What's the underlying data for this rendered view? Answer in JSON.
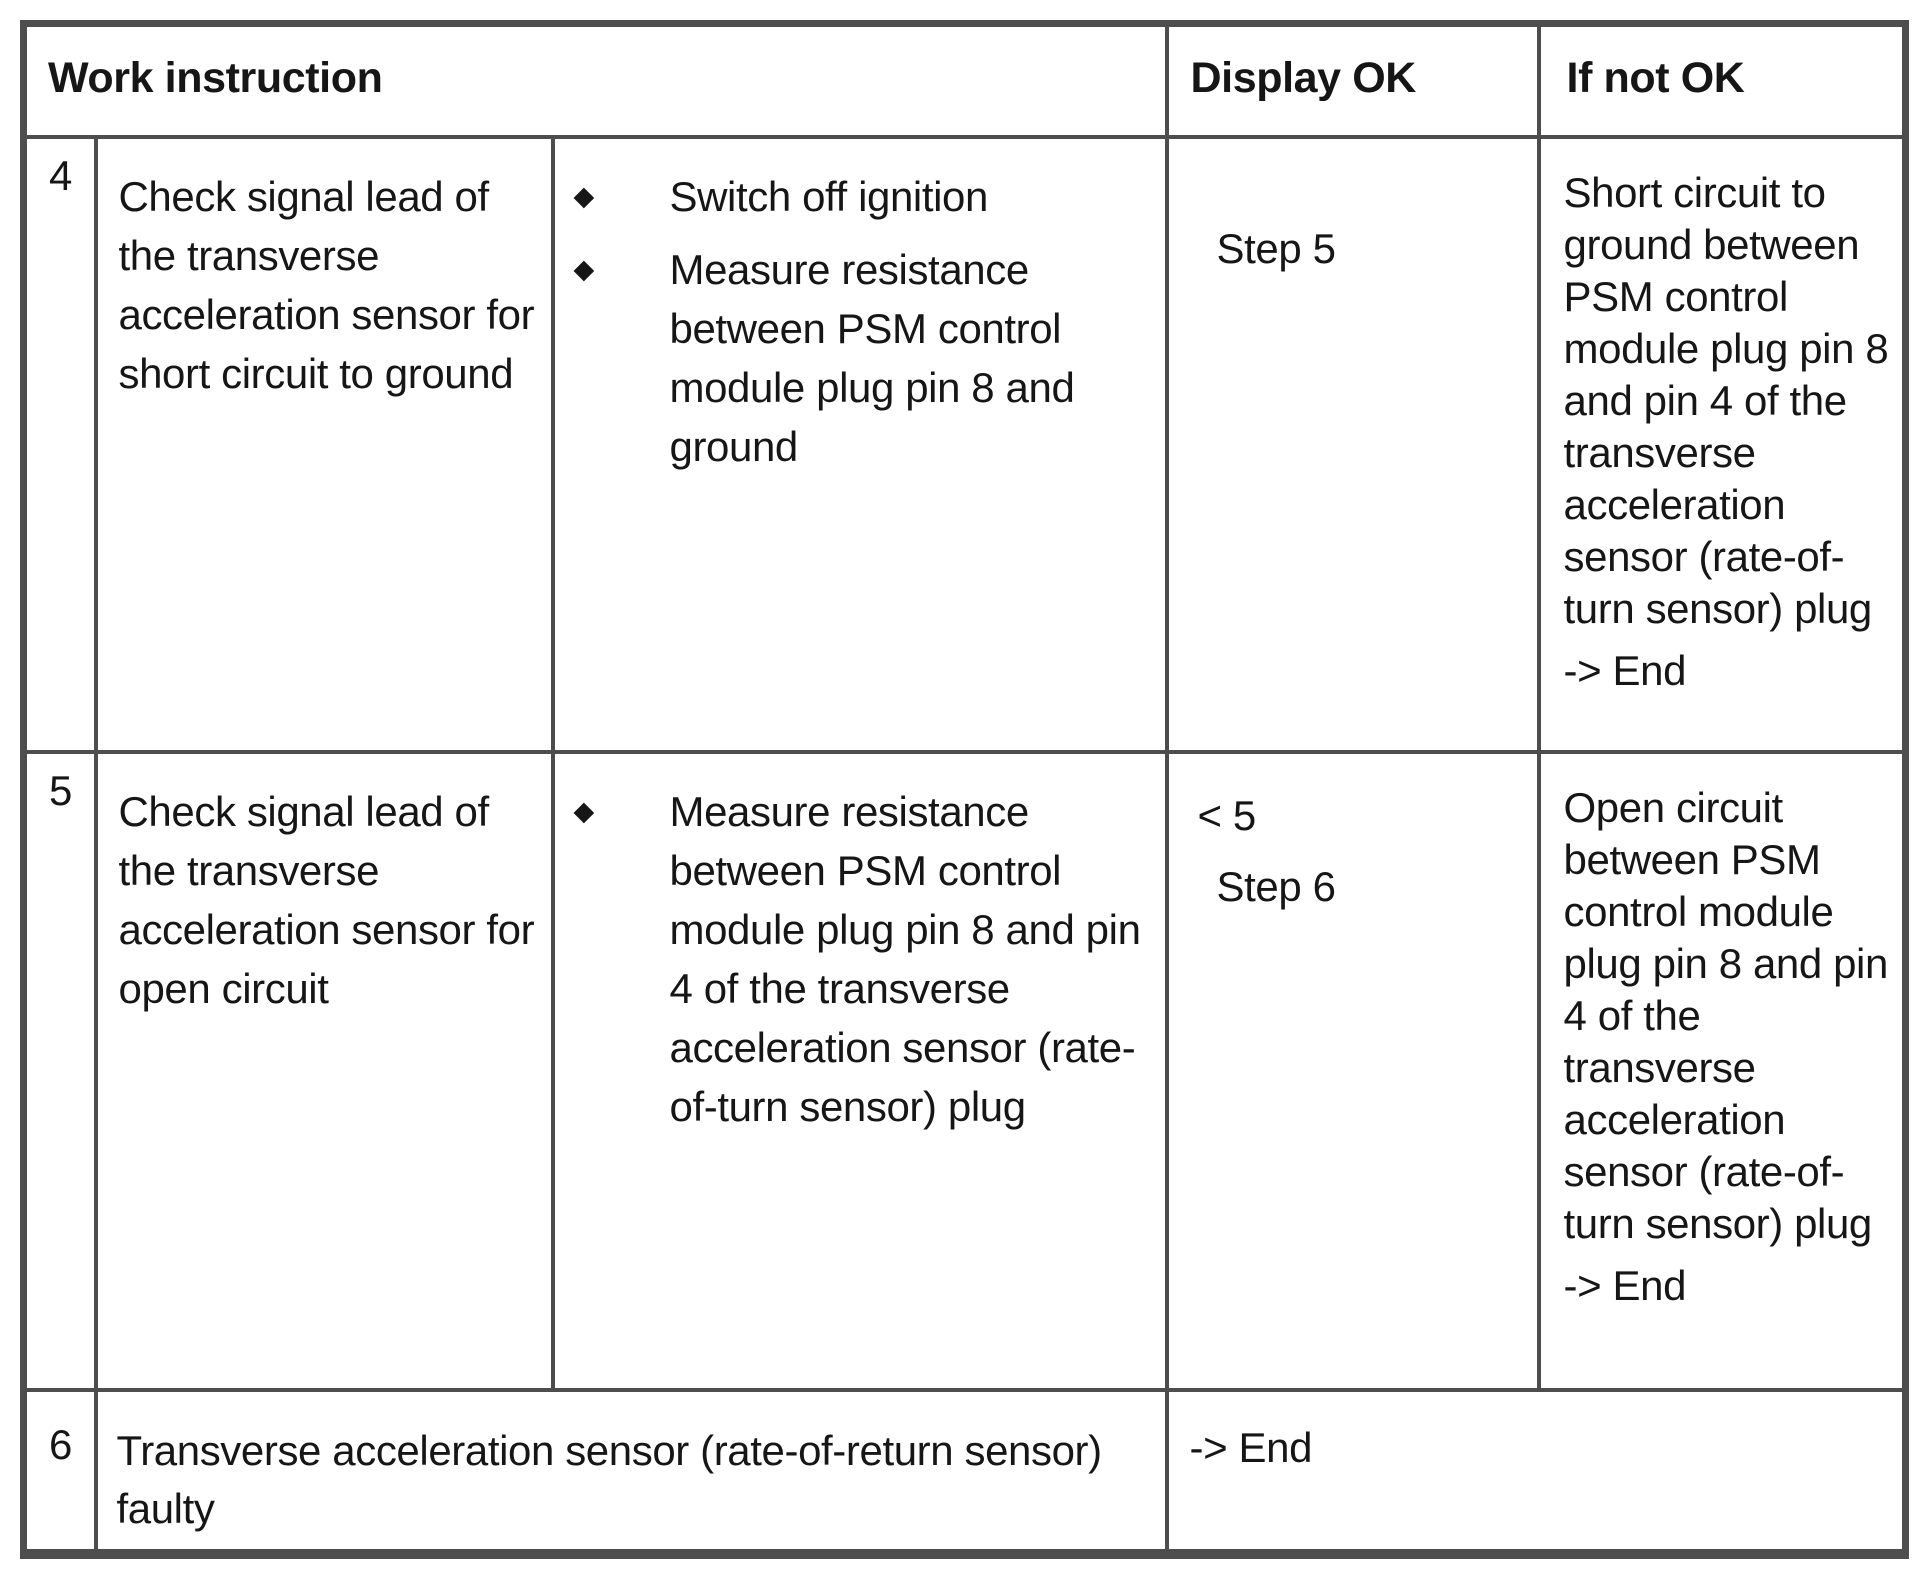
{
  "table": {
    "header": {
      "work_instruction": "Work instruction",
      "display_ok": "Display OK",
      "if_not_ok": "If not OK"
    },
    "bullet_glyph": "◆",
    "rows": [
      {
        "num": "4",
        "instruction": "Check signal lead of the transverse acceleration sensor for short circuit to ground",
        "actions": [
          "Switch off ignition",
          "Measure resistance between PSM control module plug pin 8 and ground"
        ],
        "display_ok": {
          "step": "Step 5"
        },
        "if_not_ok": {
          "text": "Short circuit to ground between PSM control module plug pin 8 and pin 4 of the transverse acceleration sensor (rate-of-turn sensor) plug",
          "end": "-> End"
        }
      },
      {
        "num": "5",
        "instruction": "Check signal lead of the transverse acceleration sensor for open circuit",
        "actions": [
          "Measure resistance between PSM control module plug pin 8 and pin 4 of the transverse acceleration sensor (rate-of-turn sensor) plug"
        ],
        "display_ok": {
          "value": "< 5",
          "step": "Step 6"
        },
        "if_not_ok": {
          "text": "Open circuit between PSM control module plug pin 8 and pin 4 of the transverse acceleration sensor (rate-of-turn sensor) plug",
          "end": "-> End"
        }
      },
      {
        "num": "6",
        "instruction": "Transverse acceleration sensor (rate-of-return sensor) faulty",
        "result": "-> End"
      }
    ]
  },
  "colors": {
    "border": "#4d4d4d",
    "text": "#161616",
    "background": "#ffffff"
  }
}
